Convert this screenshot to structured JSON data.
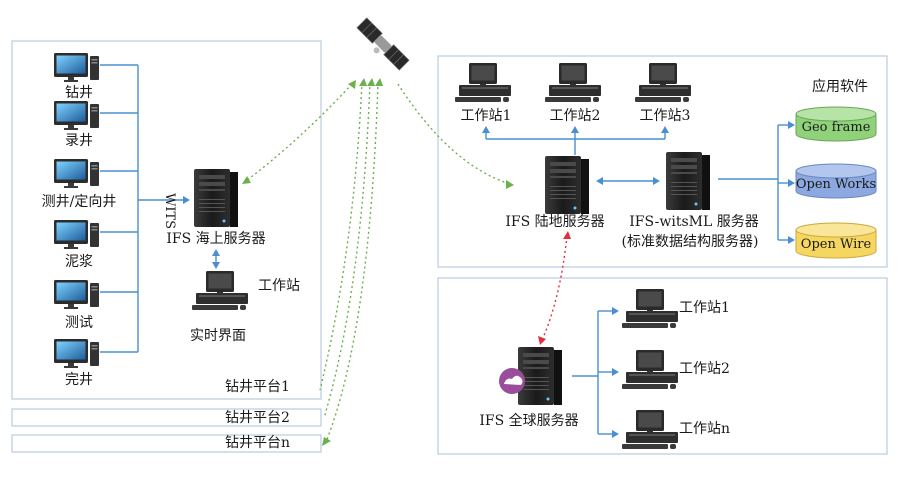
{
  "left_panel": {
    "sources": [
      "钻井",
      "录井",
      "测井/定向井",
      "泥浆",
      "测试",
      "完井"
    ],
    "wits_label": "WITS",
    "offshore_server_label": "IFS 海上服务器",
    "workstation_label": "工作站",
    "realtime_label": "实时界面",
    "platform1_label": "钻井平台1",
    "platform2_label": "钻井平台2",
    "platformn_label": "钻井平台n"
  },
  "right_top": {
    "workstations": [
      "工作站1",
      "工作站2",
      "工作站3"
    ],
    "land_server_label": "IFS 陆地服务器",
    "witsml_server_label": "IFS-witsML 服务器",
    "witsml_server_sub": "(标准数据结构服务器)",
    "apps_title": "应用软件",
    "apps": [
      {
        "label": "Geo frame",
        "color": "#8fd27a"
      },
      {
        "label": "Open Works",
        "color": "#8ba8e0"
      },
      {
        "label": "Open Wire",
        "color": "#f5d660"
      }
    ]
  },
  "right_bottom": {
    "global_server_label": "IFS 全球服务器",
    "workstations": [
      "工作站1",
      "工作站2",
      "工作站n"
    ]
  },
  "colors": {
    "frame": "#b7cde0",
    "link": "#4a8fd0",
    "satellite_link": "#6bb04a",
    "server_link": "#e0303a"
  }
}
